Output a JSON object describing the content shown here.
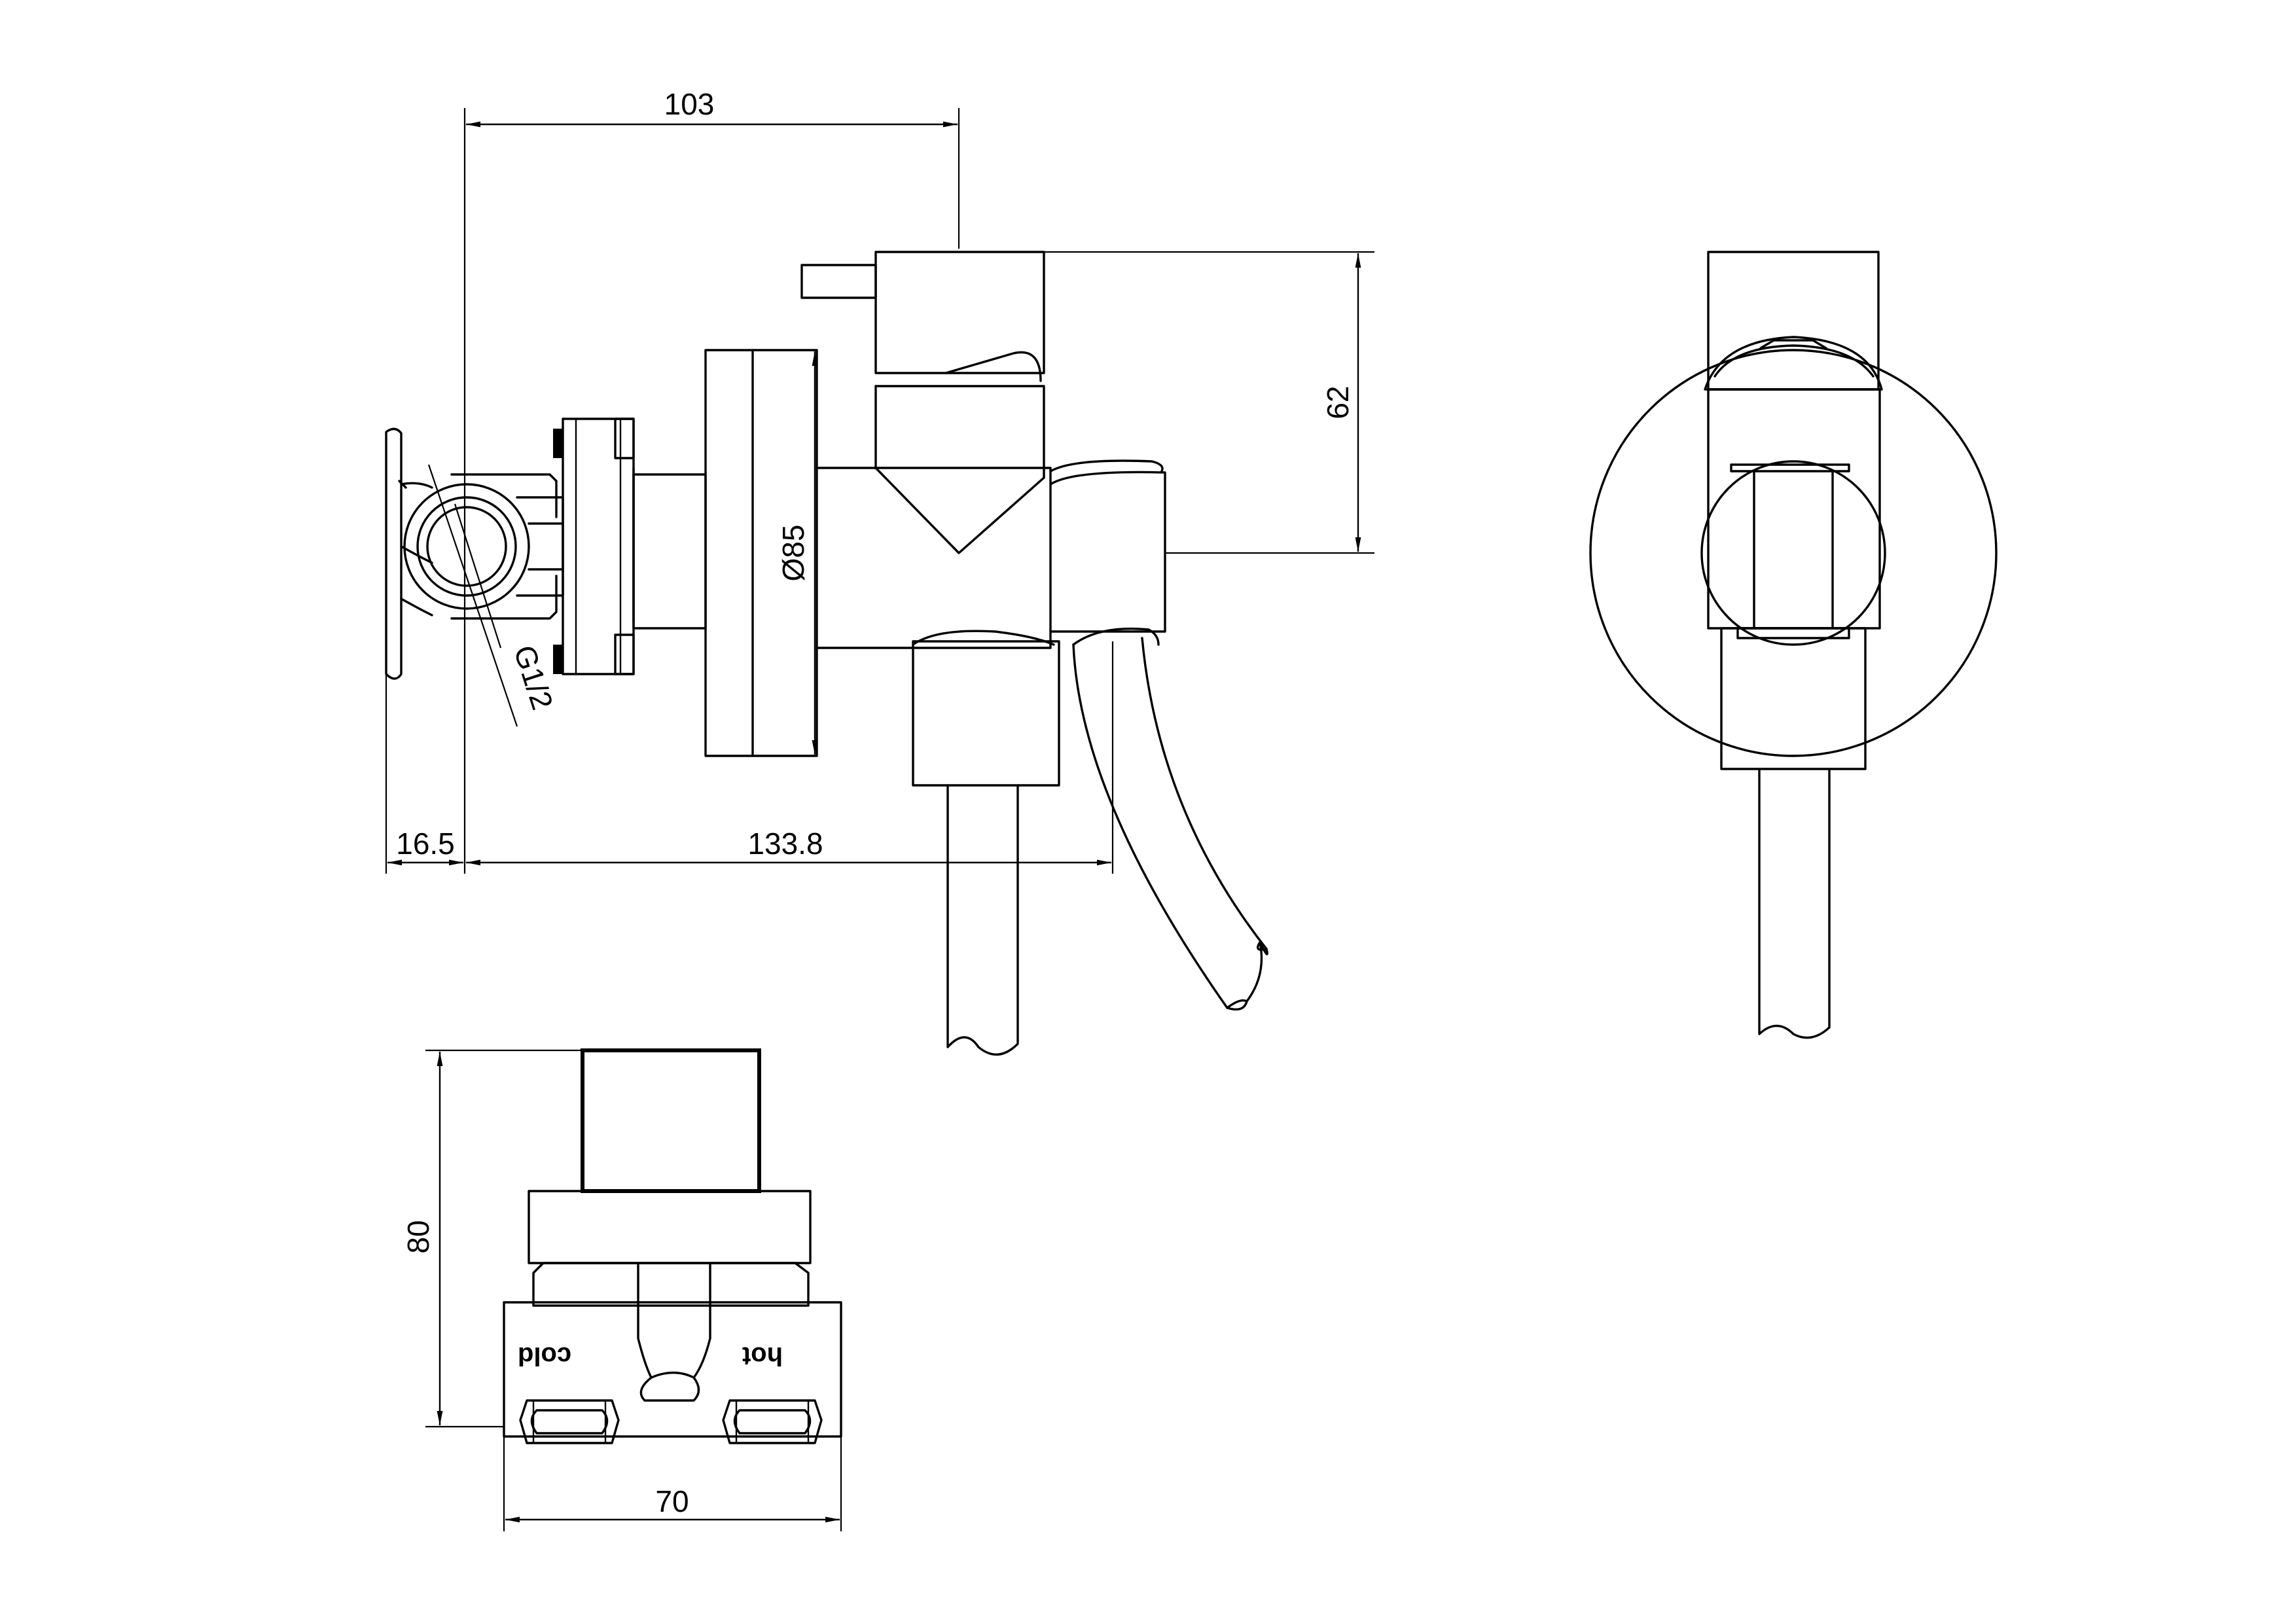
{
  "dimensions": {
    "top_width": "103",
    "height_right": "62",
    "flange_diameter": "Ø85",
    "thread": "G1/2",
    "offset_left": "16.5",
    "length_bottom": "133.8",
    "plan_height": "80",
    "plan_width": "70"
  },
  "labels": {
    "cold": "cold",
    "hot": "hot"
  }
}
